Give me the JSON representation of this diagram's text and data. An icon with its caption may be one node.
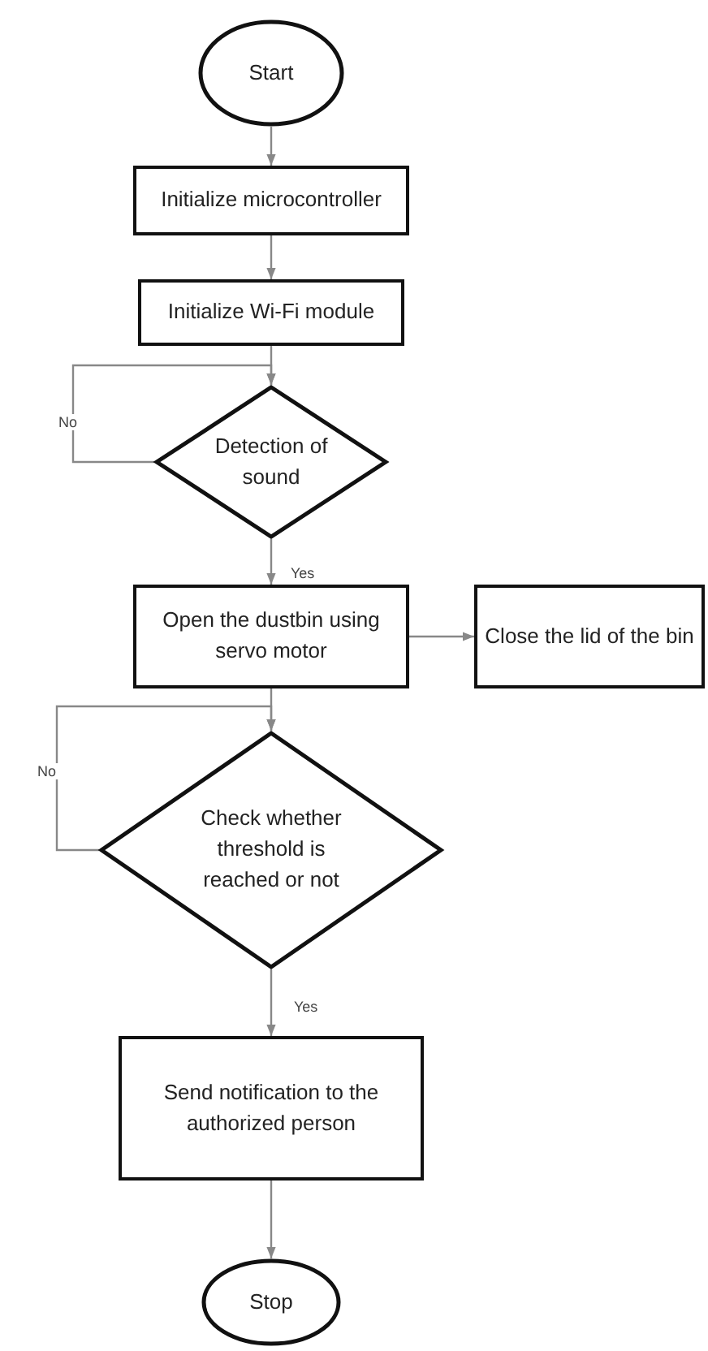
{
  "diagram": {
    "nodes": [
      {
        "text": [
          "Start"
        ]
      },
      {
        "text": [
          "Initialize microcontroller"
        ]
      },
      {
        "text": [
          "Initialize Wi-Fi module"
        ]
      },
      {
        "text": [
          "Detection of sound"
        ]
      },
      {
        "text": [
          "Open the dustbin using servo motor"
        ]
      },
      {
        "text": [
          "Close the lid of the bin"
        ]
      },
      {
        "text": [
          "Check whether threshold is reached or not"
        ]
      },
      {
        "text": [
          "Send notification to the authorized person"
        ]
      },
      {
        "text": [
          "Stop"
        ]
      }
    ],
    "edges": [
      {
        "from": 0,
        "to": 1,
        "arrow": "to"
      },
      {
        "from": 1,
        "to": 2,
        "arrow": "to"
      },
      {
        "from": 2,
        "to": 3,
        "arrow": "to"
      },
      {
        "from": 3,
        "to": 3,
        "arrow": "to",
        "label": "No"
      },
      {
        "from": 3,
        "to": 4,
        "arrow": "to",
        "label": "Yes"
      },
      {
        "from": 4,
        "to": 5,
        "arrow": "to"
      },
      {
        "from": 4,
        "to": 6,
        "arrow": "to"
      },
      {
        "from": 6,
        "to": 6,
        "arrow": "to",
        "label": "No"
      },
      {
        "from": 6,
        "to": 7,
        "arrow": "to",
        "label": "Yes"
      },
      {
        "from": 7,
        "to": 8,
        "arrow": "to"
      }
    ]
  }
}
